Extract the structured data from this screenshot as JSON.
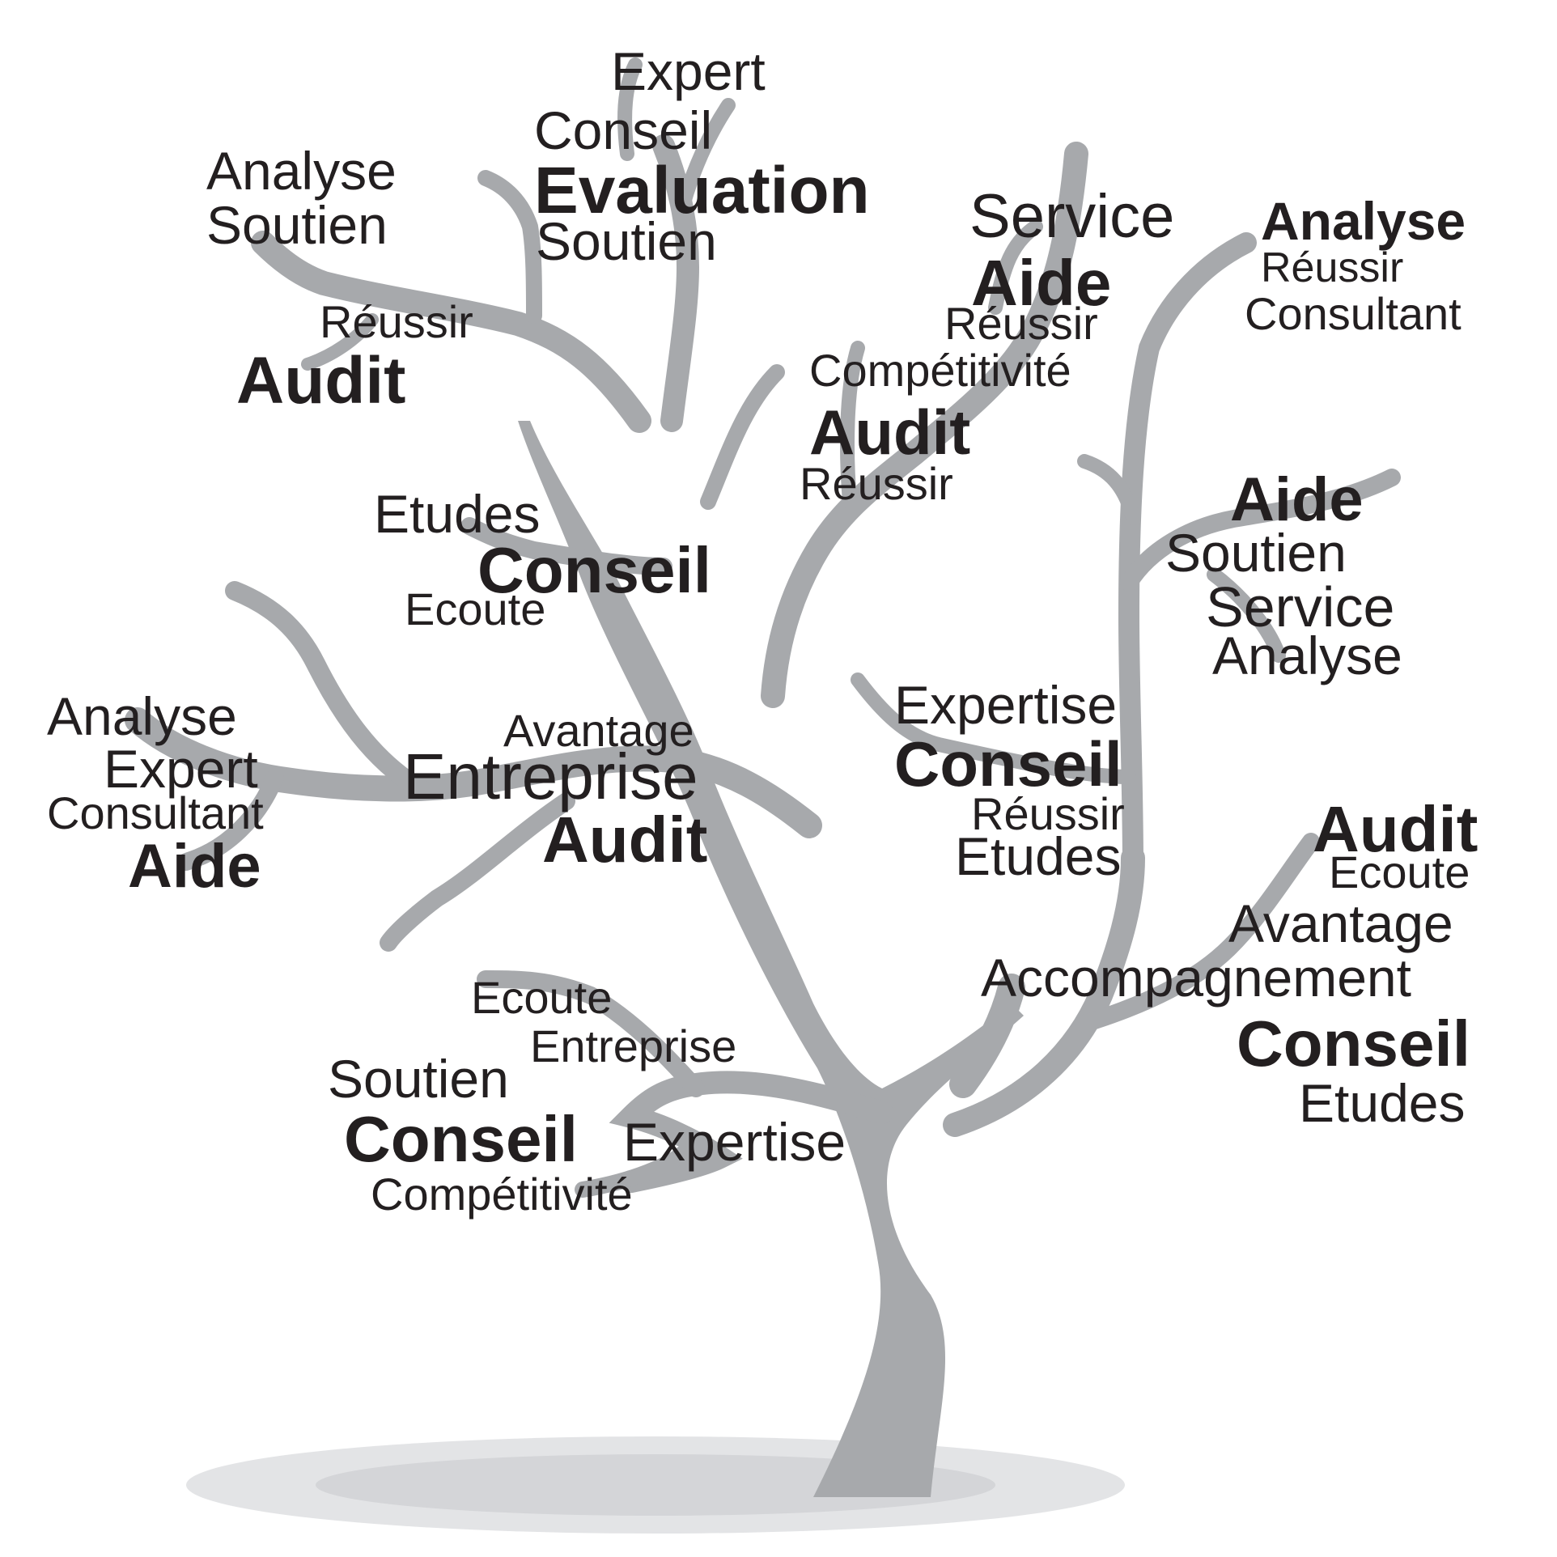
{
  "tree_color": "#a7a9ac",
  "text_color": "#231f20",
  "shadow_color": "#d8d9db",
  "words": {
    "w1": "Expert",
    "w2": "Conseil",
    "w3": "Evaluation",
    "w4": "Soutien",
    "w5": "Analyse",
    "w6": "Soutien",
    "w7": "Réussir",
    "w8": "Audit",
    "w9": "Service",
    "w10": "Aide",
    "w11": "Réussir",
    "w12": "Compétitivité",
    "w13": "Audit",
    "w14": "Réussir",
    "w15": "Analyse",
    "w16": "Réussir",
    "w17": "Consultant",
    "w18": "Etudes",
    "w19": "Conseil",
    "w20": "Ecoute",
    "w21": "Aide",
    "w22": "Soutien",
    "w23": "Service",
    "w24": "Analyse",
    "w25": "Analyse",
    "w26": "Expert",
    "w27": "Consultant",
    "w28": "Aide",
    "w29": "Avantage",
    "w30": "Entreprise",
    "w31": "Audit",
    "w32": "Expertise",
    "w33": "Conseil",
    "w34": "Réussir",
    "w35": "Etudes",
    "w36": "Audit",
    "w37": "Ecoute",
    "w38": "Avantage",
    "w39": "Accompagnement",
    "w40": "Conseil",
    "w41": "Etudes",
    "w42": "Ecoute",
    "w43": "Entreprise",
    "w44": "Soutien",
    "w45": "Conseil",
    "w46": "Expertise",
    "w47": "Compétitivité"
  }
}
